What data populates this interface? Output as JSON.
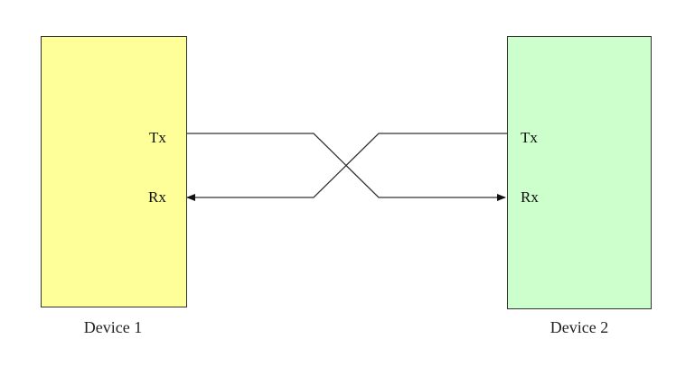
{
  "devices": [
    {
      "name": "Device 1",
      "color": "#ffff99",
      "tx_label": "Tx",
      "rx_label": "Rx"
    },
    {
      "name": "Device 2",
      "color": "#ccffcc",
      "tx_label": "Tx",
      "rx_label": "Rx"
    }
  ],
  "connections": [
    {
      "from": "Device 1 Tx",
      "to": "Device 2 Rx"
    },
    {
      "from": "Device 2 Tx",
      "to": "Device 1 Rx"
    }
  ],
  "colors": {
    "wire": "#333333",
    "border": "#333333"
  }
}
